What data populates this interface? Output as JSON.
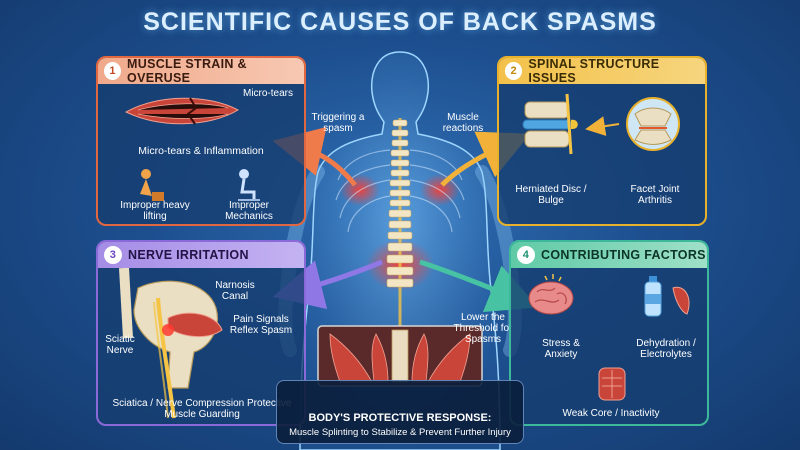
{
  "title": "SCIENTIFIC CAUSES OF BACK SPASMS",
  "panels": {
    "p1": {
      "number": "1",
      "title": "MUSCLE STRAIN & OVERUSE",
      "micro_tears_label": "Micro-tears",
      "caption": "Micro-tears & Inflammation",
      "item1": "Improper heavy lifting",
      "item2": "Improper Mechanics"
    },
    "p2": {
      "number": "2",
      "title": "SPINAL STRUCTURE ISSUES",
      "item1": "Herniated Disc / Bulge",
      "item2": "Facet Joint Arthritis"
    },
    "p3": {
      "number": "3",
      "title": "NERVE IRRITATION",
      "canal_label": "Narnosis Canal",
      "pain_label": "Pain Signals Reflex Spasm",
      "sciatic_label": "Sciatic Nerve",
      "caption": "Sciatica / Nerve Compression Protective Muscle Guarding"
    },
    "p4": {
      "number": "4",
      "title": "CONTRIBUTING FACTORS",
      "item1": "Stress & Anxiety",
      "item2": "Dehydration / Electrolytes",
      "item3": "Weak Core / Inactivity"
    }
  },
  "arrows": {
    "triggering": "Triggering a spasm",
    "muscle_reactions": "Muscle reactions",
    "lower_threshold": "Lower the Threshold for Spasms"
  },
  "bottom": {
    "title": "BODY'S PROTECTIVE RESPONSE:",
    "subtitle": "Muscle Splinting to Stabilize & Prevent Further Injury"
  },
  "colors": {
    "panel1": "#e0673f",
    "panel2": "#e8b12c",
    "panel3": "#8a6ad8",
    "panel4": "#3db89a",
    "spine_glow": "#f5c445"
  }
}
